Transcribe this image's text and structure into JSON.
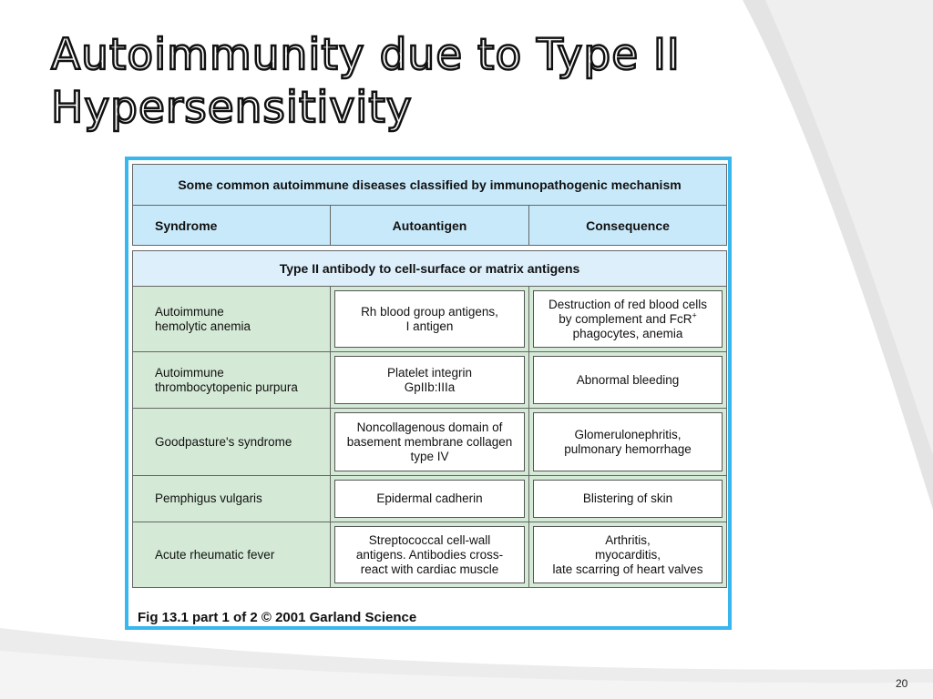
{
  "slide": {
    "title_lines": [
      "Autoimmunity due to Type II",
      "Hypersensitivity"
    ],
    "page_number": "20"
  },
  "figure": {
    "table_caption": "Some common autoimmune diseases classified by immunopathogenic mechanism",
    "columns": [
      "Syndrome",
      "Autoantigen",
      "Consequence"
    ],
    "section_title": "Type II antibody to cell-surface or matrix antigens",
    "rows": [
      {
        "syndrome": [
          "Autoimmune",
          "hemolytic anemia"
        ],
        "autoantigen": [
          "Rh blood group antigens,",
          "I antigen"
        ],
        "consequence": [
          "Destruction of red blood cells",
          "by complement and FcR",
          "phagocytes, anemia"
        ],
        "consequence_sup": "+"
      },
      {
        "syndrome": [
          "Autoimmune",
          "thrombocytopenic purpura"
        ],
        "autoantigen": [
          "Platelet integrin",
          "GpIIb:IIIa"
        ],
        "consequence": [
          "Abnormal bleeding"
        ]
      },
      {
        "syndrome": [
          "Goodpasture's syndrome"
        ],
        "autoantigen": [
          "Noncollagenous domain of",
          "basement membrane collagen",
          "type IV"
        ],
        "consequence": [
          "Glomerulonephritis,",
          "pulmonary hemorrhage"
        ]
      },
      {
        "syndrome": [
          "Pemphigus vulgaris"
        ],
        "autoantigen": [
          "Epidermal cadherin"
        ],
        "consequence": [
          "Blistering of skin"
        ]
      },
      {
        "syndrome": [
          "Acute rheumatic fever"
        ],
        "autoantigen": [
          "Streptococcal cell-wall",
          "antigens. Antibodies cross-",
          "react with cardiac muscle"
        ],
        "consequence": [
          "Arthritis,",
          "myocarditis,",
          "late scarring of heart valves"
        ]
      }
    ],
    "credit": "Fig 13.1 part 1 of 2  © 2001 Garland Science"
  },
  "colors": {
    "frame_border": "#38b6ee",
    "header_fill": "#c8e9fa",
    "section_fill": "#dceffb",
    "body_fill": "#d4ead6"
  }
}
